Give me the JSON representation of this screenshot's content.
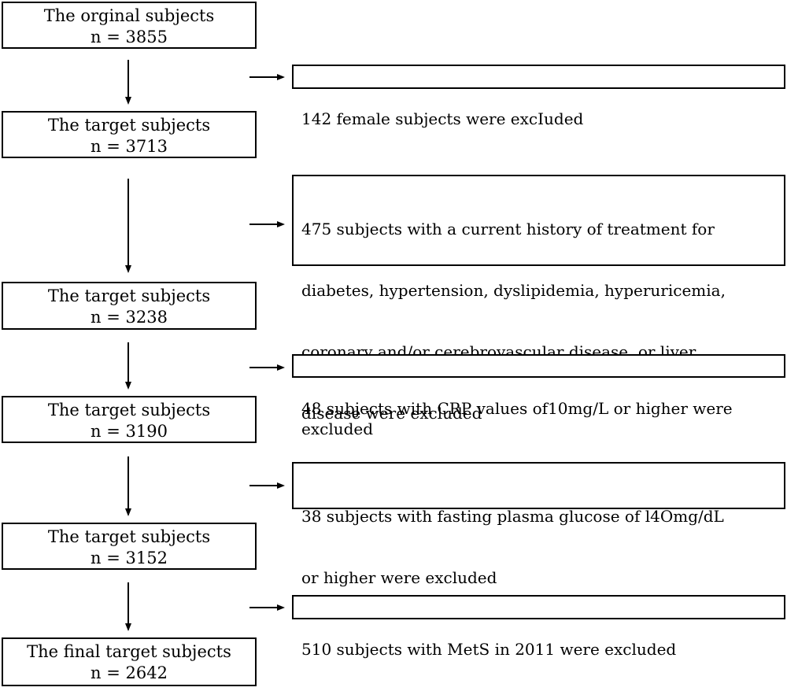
{
  "flow": {
    "steps": [
      {
        "title": "The orginal subjects",
        "count": "n = 3855"
      },
      {
        "title": "The target subjects",
        "count": "n = 3713"
      },
      {
        "title": "The target subjects",
        "count": "n = 3238"
      },
      {
        "title": "The target subjects",
        "count": "n = 3190"
      },
      {
        "title": "The target subjects",
        "count": "n = 3152"
      },
      {
        "title": "The final target subjects",
        "count": "n = 2642"
      }
    ],
    "exclusions": [
      {
        "lines": [
          "142 female subjects were excIuded"
        ]
      },
      {
        "lines": [
          "475 subjects with a current history of treatment for",
          "diabetes, hypertension, dyslipidemia, hyperuricemia,",
          "coronary and/or cerebrovascular disease, or liver",
          "disease were excluded"
        ]
      },
      {
        "lines": [
          "48 subjects with CRP values of10mg/L or higher were excluded"
        ]
      },
      {
        "lines": [
          "38 subjects with fasting plasma glucose of l4Omg/dL",
          "or higher were excluded"
        ]
      },
      {
        "lines": [
          "510 subjects with MetS in 2011 were excluded"
        ]
      }
    ]
  }
}
